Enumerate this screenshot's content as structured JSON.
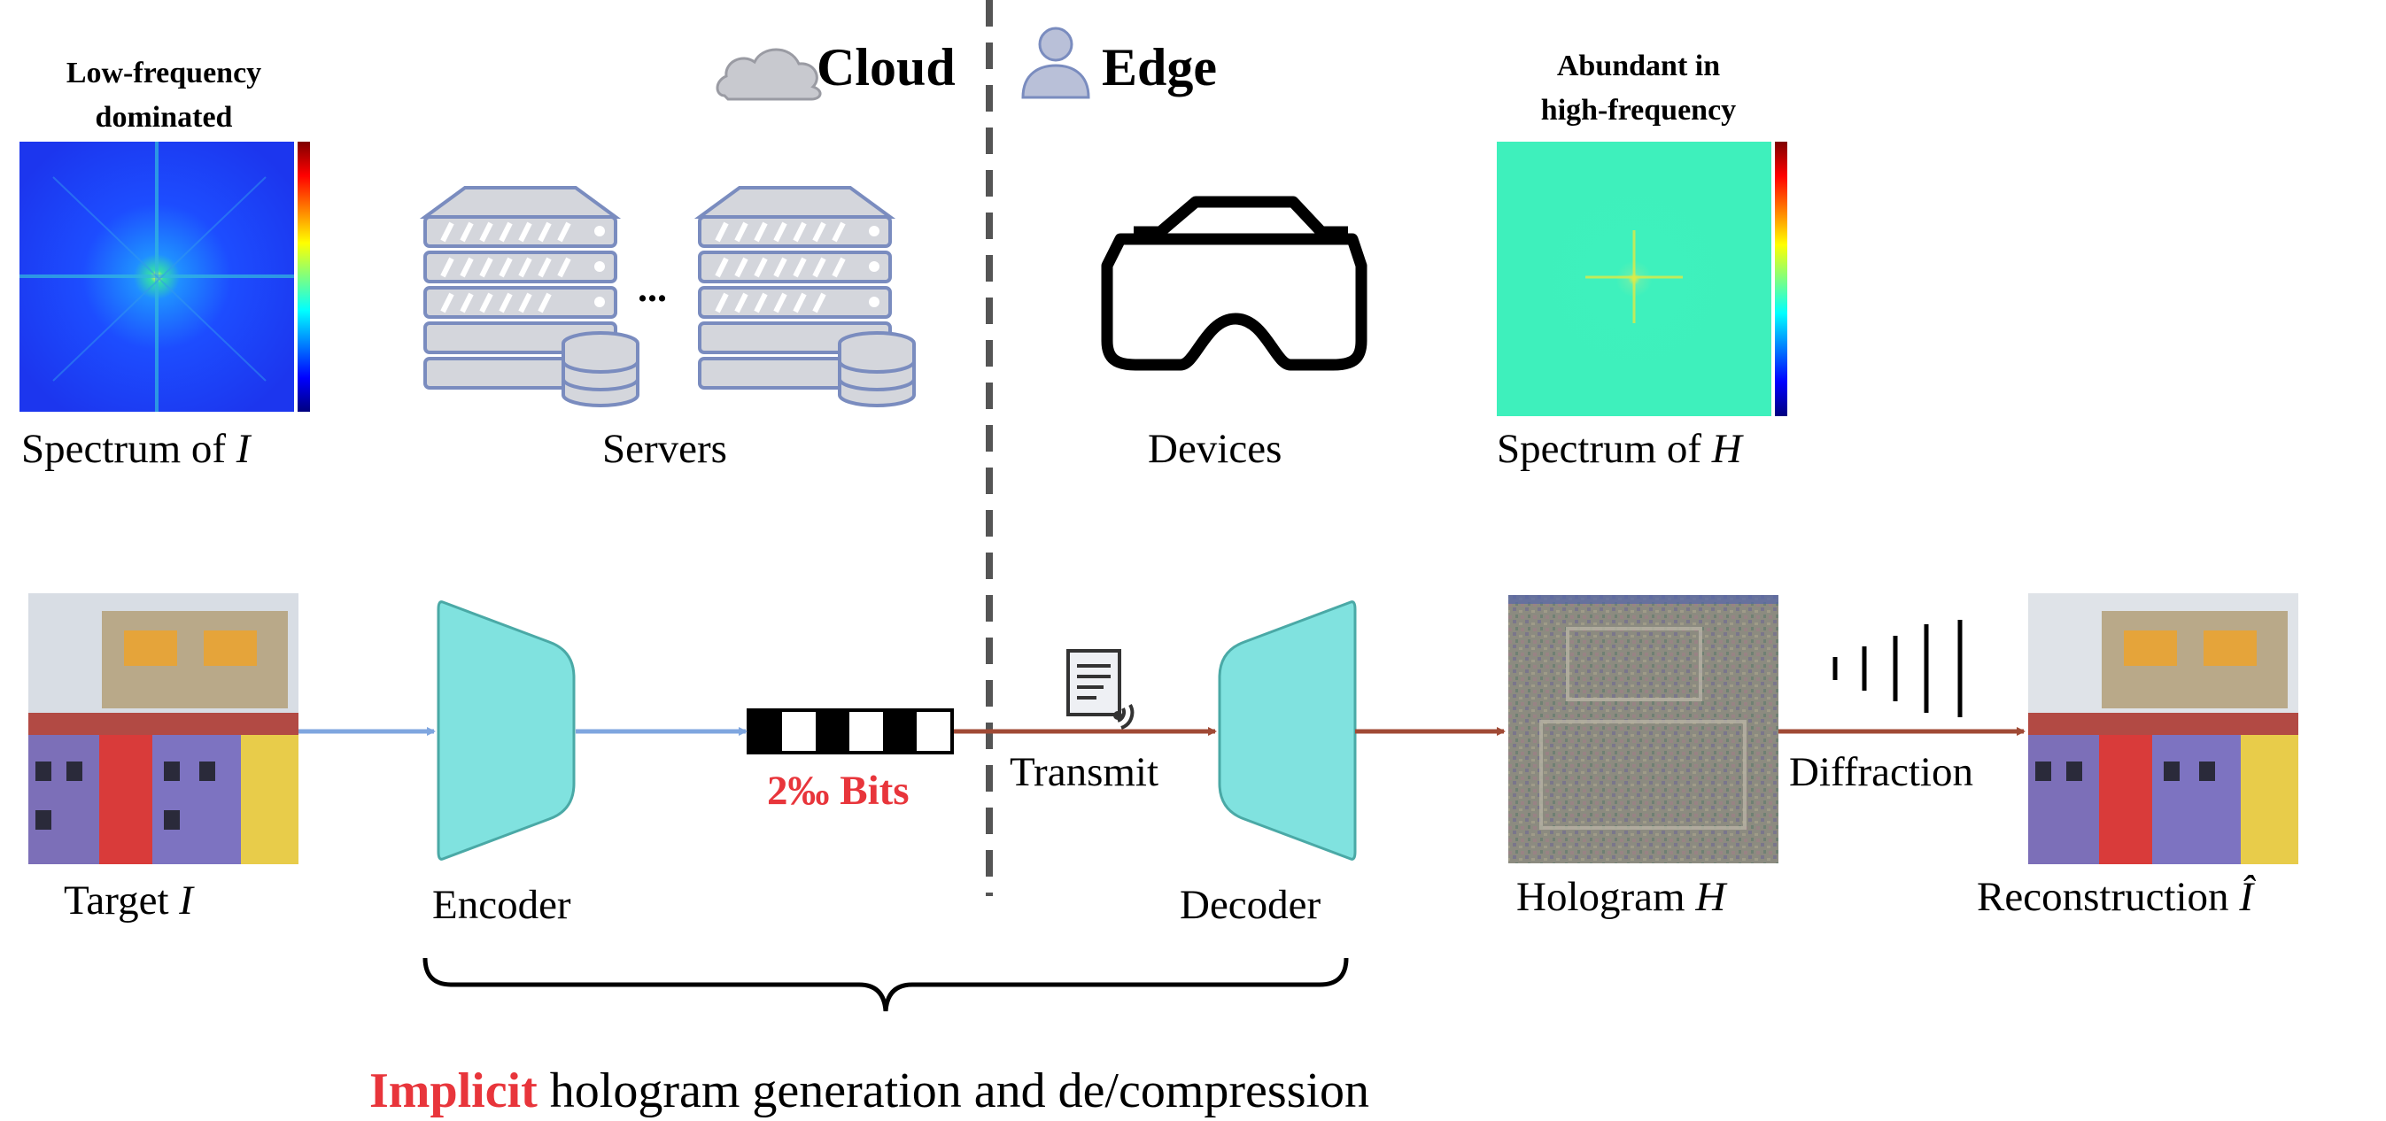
{
  "regions": {
    "cloud_label": "Cloud",
    "edge_label": "Edge"
  },
  "spectrum_I": {
    "title_line1": "Low-frequency",
    "title_line2": "dominated",
    "caption_text": "Spectrum of",
    "caption_symbol": "I"
  },
  "spectrum_H": {
    "title_line1": "Abundant in",
    "title_line2": "high-frequency",
    "caption_text": "Spectrum of",
    "caption_symbol": "H"
  },
  "servers": {
    "caption": "Servers",
    "ellipsis": "..."
  },
  "devices": {
    "caption": "Devices"
  },
  "pipeline": {
    "target_text": "Target",
    "target_symbol": "I",
    "encoder": "Encoder",
    "bits": "2‰  Bits",
    "transmit": "Transmit",
    "decoder": "Decoder",
    "hologram_text": "Hologram",
    "hologram_symbol": "H",
    "diffraction": "Diffraction",
    "reconstruction_text": "Reconstruction",
    "reconstruction_symbol": "Î"
  },
  "footer": {
    "highlight": "Implicit",
    "rest": " hologram generation and de/compression"
  },
  "colors": {
    "cloud_arrow": "#7fa6df",
    "edge_arrow": "#a04a35",
    "network": "#80e2df",
    "server_stroke": "#7a8cbf",
    "accent_red": "#e8353b"
  }
}
